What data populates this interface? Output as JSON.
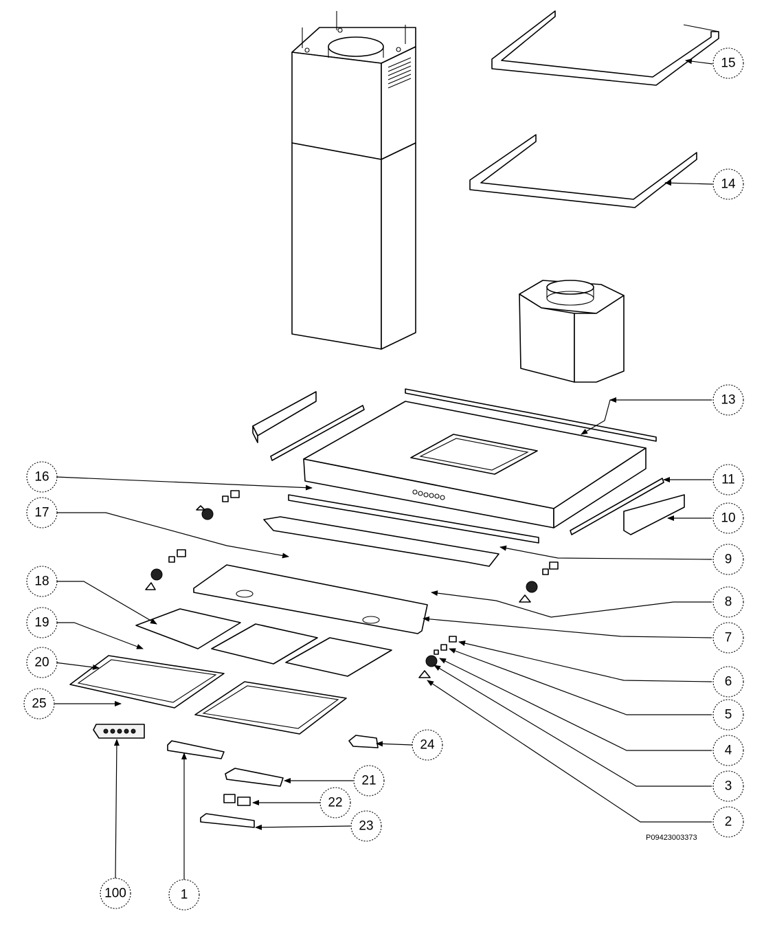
{
  "diagram": {
    "reference_code": "P09423003373",
    "part_labels": [
      "15",
      "14",
      "13",
      "16",
      "11",
      "17",
      "10",
      "9",
      "18",
      "8",
      "19",
      "7",
      "20",
      "6",
      "25",
      "5",
      "24",
      "4",
      "21",
      "3",
      "22",
      "2",
      "23",
      "100",
      "1"
    ]
  }
}
